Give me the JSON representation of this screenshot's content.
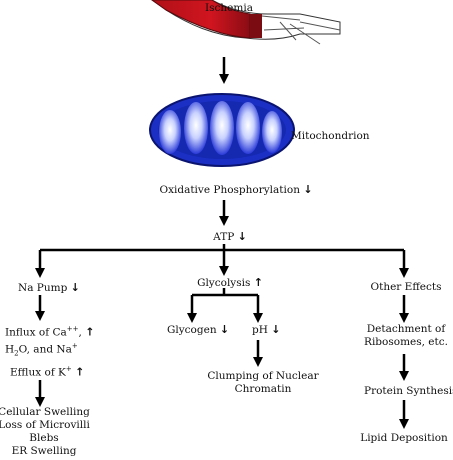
{
  "nodes": {
    "ischemia": "Ischemia",
    "mitochondrion": "Mitochondrion",
    "oxidative_phosphorylation": "Oxidative Phosphorylation",
    "atp": "ATP",
    "na_pump": "Na Pump",
    "glycolysis": "Glycolysis",
    "other_effects": "Other Effects",
    "glycogen": "Glycogen",
    "ph": "pH",
    "influx_line1": "Influx of Ca",
    "influx_line2": "O, and Na",
    "efflux": "Efflux of K",
    "clumping_line1": "Clumping of Nuclear",
    "clumping_line2": "Chromatin",
    "detachment_line1": "Detachment of",
    "detachment_line2": "Ribosomes, etc.",
    "protein_synthesis": "Protein Synthesis",
    "lipid_deposition": "Lipid Deposition",
    "swelling_1": "Cellular Swelling",
    "swelling_2": "Loss of Microvilli",
    "swelling_3": "Blebs",
    "swelling_4": "ER Swelling"
  },
  "symbols": {
    "up": "↑",
    "down": "↓",
    "h2": "H",
    "sub2": "2",
    "ca_charge": "++",
    "na_charge": "+",
    "k_charge": "+"
  },
  "colors": {
    "vessel_red": "#c8141e",
    "vessel_dark": "#7a0c12",
    "mito_blue": "#1b2fc4",
    "mito_dark": "#0a1470",
    "line": "#000000"
  }
}
